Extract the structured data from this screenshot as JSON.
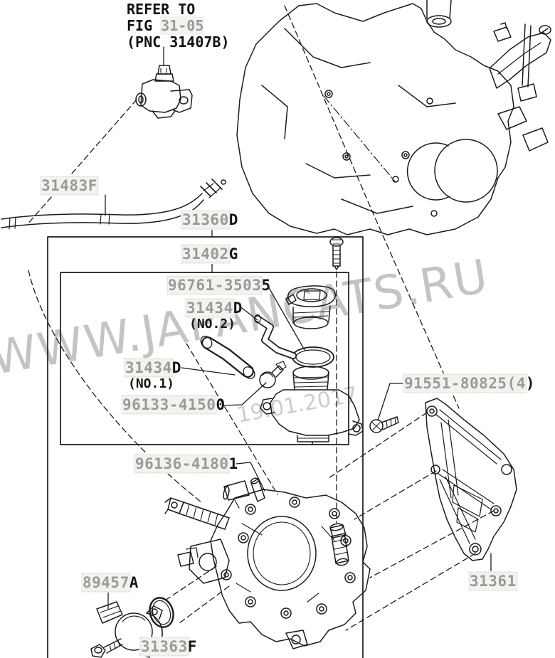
{
  "diagram_note": {
    "line1": "REFER TO",
    "line2_prefix": "FIG ",
    "line2_fig": "31-05",
    "line3": "(PNC 31407B)"
  },
  "labels": [
    {
      "part": "31483F",
      "main": "31483F",
      "tail": ""
    },
    {
      "part": "31360D",
      "main": "31360",
      "tail": "D"
    },
    {
      "part": "31402G",
      "main": "31402",
      "tail": "G"
    },
    {
      "part": "96761-35035",
      "main": "96761-3503",
      "tail": "5"
    },
    {
      "part": "31434D-NO2",
      "main": "31434",
      "tail": "D",
      "sub": "(NO.2)"
    },
    {
      "part": "31434D-NO1",
      "main": "31434",
      "tail": "D",
      "sub": "(NO.1)"
    },
    {
      "part": "96133-41500",
      "main": "96133-4150",
      "tail": "0"
    },
    {
      "part": "91551-80825",
      "main": "91551-80825(4",
      "tail": ")"
    },
    {
      "part": "96136-41801",
      "main": "96136-4180",
      "tail": "1"
    },
    {
      "part": "89457A",
      "main": "89457",
      "tail": "A"
    },
    {
      "part": "31361",
      "main": "31361",
      "tail": ""
    },
    {
      "part": "31363F",
      "main": "31363",
      "tail": "F"
    }
  ],
  "watermark": {
    "site": "WWW.JAPANCATS.RU",
    "date": "19.01.2017"
  },
  "colors": {
    "line": "#1c1c1c",
    "label_gray": "#9a9a9a",
    "label_black": "#151515",
    "highlight_bg": "#f2f2ee",
    "watermark_gray": "#8f8f8f"
  }
}
